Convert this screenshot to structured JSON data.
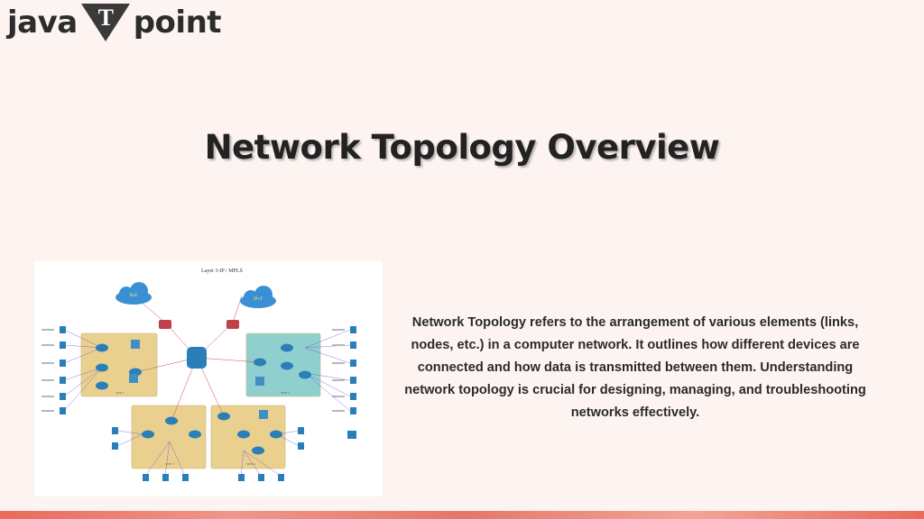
{
  "brand": {
    "left": "java",
    "mark": "T",
    "right": "point"
  },
  "slide": {
    "title": "Network Topology Overview",
    "description": "Network Topology refers to the arrangement of various elements (links, nodes, etc.) in a computer network. It outlines how different devices are connected and how data is transmitted between them. Understanding network topology is crucial for designing, managing, and troubleshooting networks effectively."
  },
  "diagram": {
    "title": "Layer 3-IP / MPLS",
    "clouds": [
      "BoE",
      "IPvT"
    ],
    "site_labels": [
      "SITE 1",
      "SITE 2",
      "SITE 3",
      "SITE 4"
    ]
  },
  "colors": {
    "background": "#fdf4f2",
    "site_tan": "#e9d08f",
    "site_teal": "#8fd0cf",
    "cloud_blue": "#3a90d4",
    "device_blue": "#2b7fb8",
    "router_red": "#c0404a",
    "link_red": "#d24a4a",
    "link_purple": "#6c5bd0",
    "accent_band": "#e86b5c"
  }
}
